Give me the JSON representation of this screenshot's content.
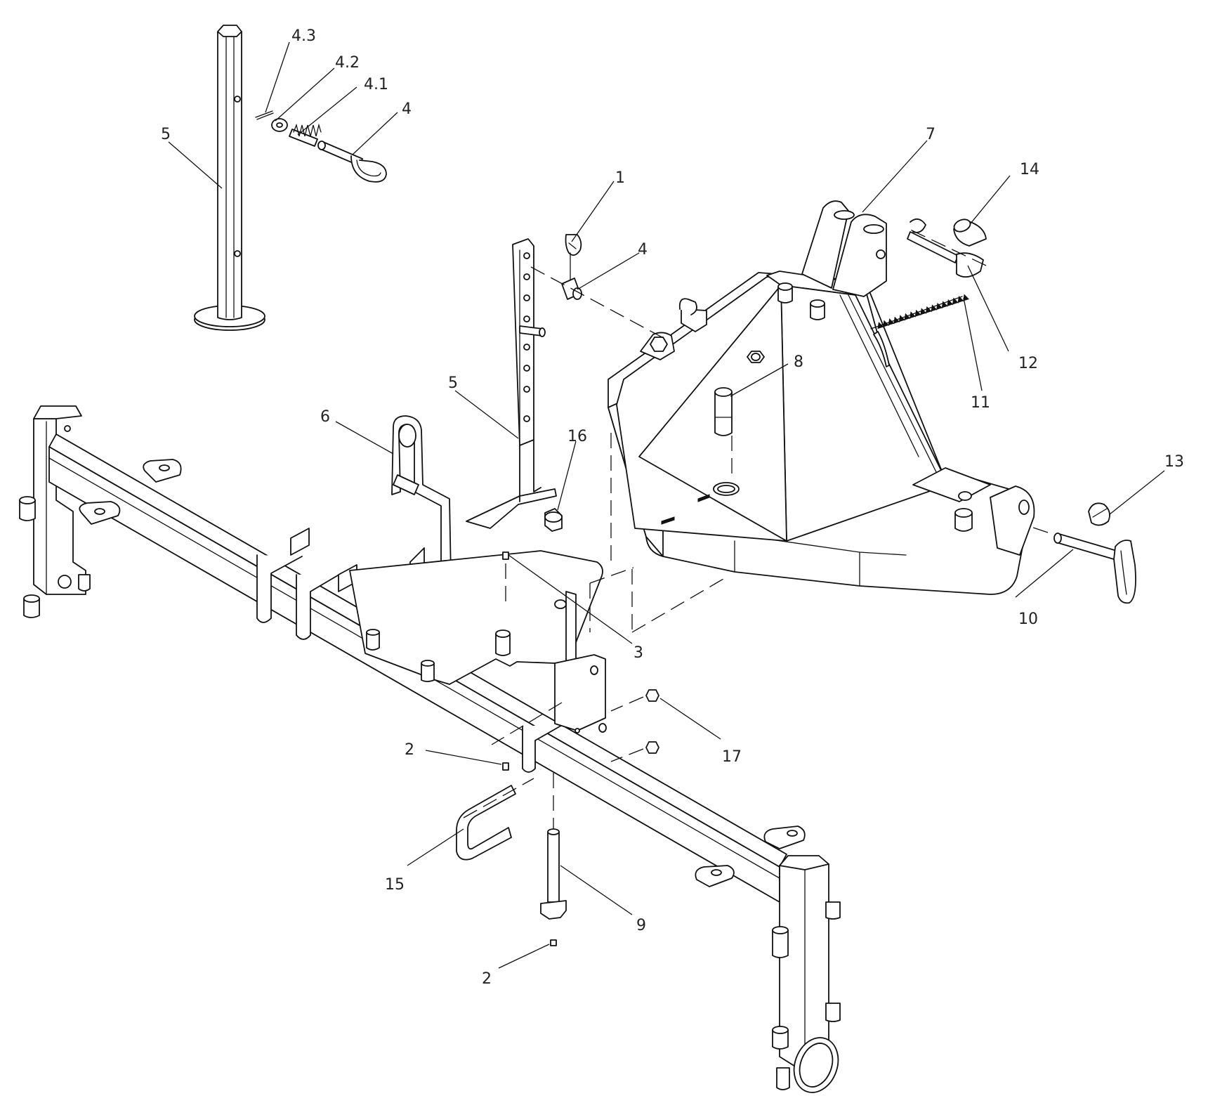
{
  "callouts": {
    "c1": "1",
    "c2a": "2",
    "c2b": "2",
    "c3": "3",
    "c4a": "4",
    "c4b": "4",
    "c41": "4.1",
    "c42": "4.2",
    "c43": "4.3",
    "c5a": "5",
    "c5b": "5",
    "c6": "6",
    "c7": "7",
    "c8": "8",
    "c9": "9",
    "c10": "10",
    "c11": "11",
    "c12": "12",
    "c13": "13",
    "c14": "14",
    "c15": "15",
    "c16": "16",
    "c17": "17"
  }
}
